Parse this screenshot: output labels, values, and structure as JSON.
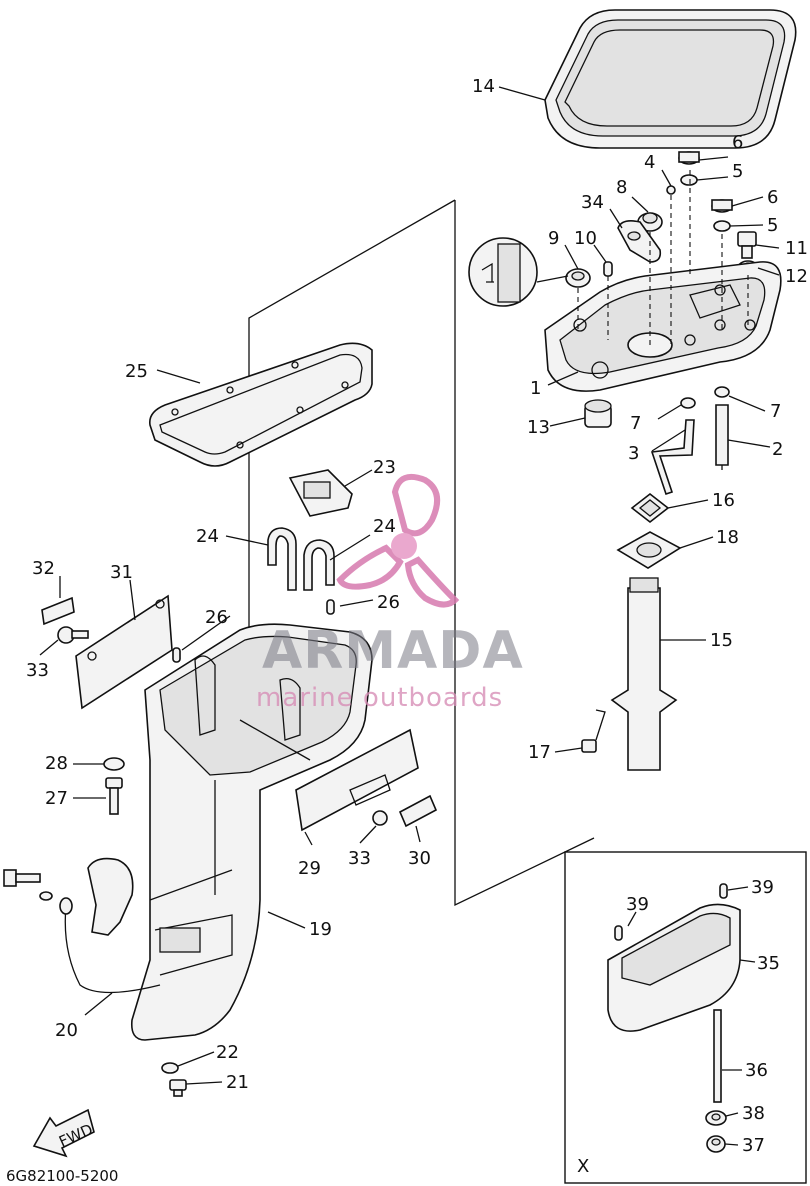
{
  "diagram": {
    "catalog_code": "6G82100-5200",
    "fwd_label": "FWD",
    "inset_label": "X",
    "watermark": {
      "brand": "ARMADA",
      "tagline": "marine outboards"
    },
    "callouts": [
      "14",
      "6",
      "4",
      "5",
      "8",
      "34",
      "6",
      "5",
      "11",
      "9",
      "10",
      "12",
      "1",
      "13",
      "7",
      "7",
      "2",
      "3",
      "16",
      "25",
      "18",
      "23",
      "24",
      "24",
      "15",
      "26",
      "26",
      "32",
      "31",
      "33",
      "17",
      "28",
      "27",
      "29",
      "33",
      "30",
      "19",
      "39",
      "39",
      "35",
      "20",
      "36",
      "22",
      "21",
      "38",
      "37"
    ]
  }
}
